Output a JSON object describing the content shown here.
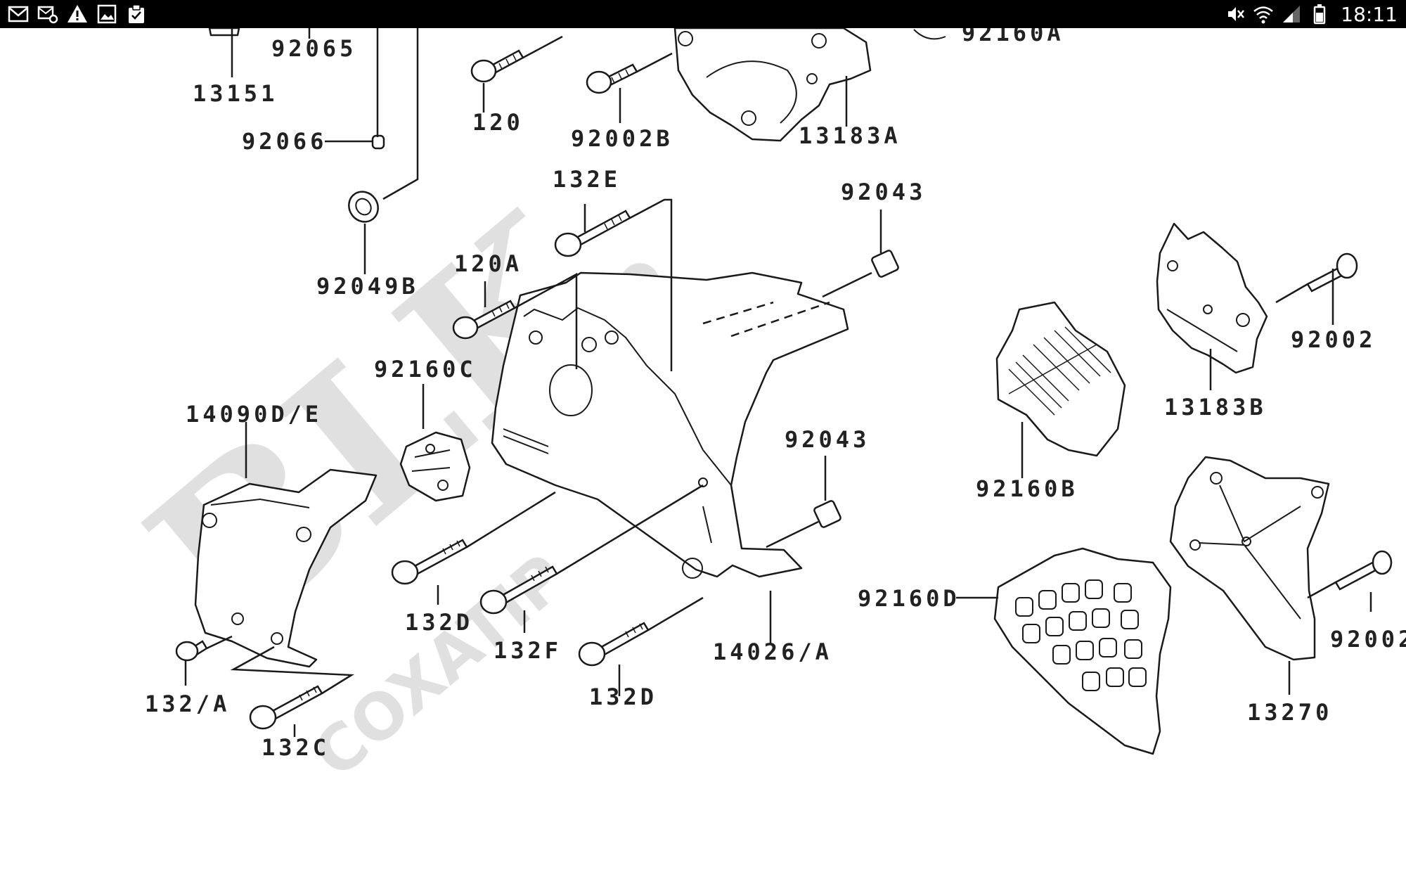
{
  "status_bar": {
    "time": "18:11",
    "left_icons": [
      "gmail-icon",
      "mail-settings-icon",
      "warning-icon",
      "gallery-icon",
      "clipboard-icon"
    ],
    "right_icons": [
      "mute-icon",
      "wifi-icon",
      "signal-icon",
      "battery-icon"
    ]
  },
  "diagram": {
    "watermark_main": "BLK.",
    "watermark_sub": "COXATIP",
    "part_labels": {
      "p13151": "13151",
      "p92065": "92065",
      "p92066": "92066",
      "p92049B": "92049B",
      "p120": "120",
      "p92002B": "92002B",
      "p13183A": "13183A",
      "p92160A": "92160A",
      "p132E": "132E",
      "p92043_top": "92043",
      "p120A": "120A",
      "p92160C": "92160C",
      "p14090DE": "14090D/E",
      "p92043_mid": "92043",
      "p132D_left": "132D",
      "p132F": "132F",
      "p132D_bottom": "132D",
      "p14026A": "14026/A",
      "p132A": "132/A",
      "p132C": "132C",
      "p92002_top": "92002",
      "p13183B": "13183B",
      "p92160B": "92160B",
      "p92160D": "92160D",
      "p92002_right": "92002",
      "p13270": "13270"
    }
  }
}
